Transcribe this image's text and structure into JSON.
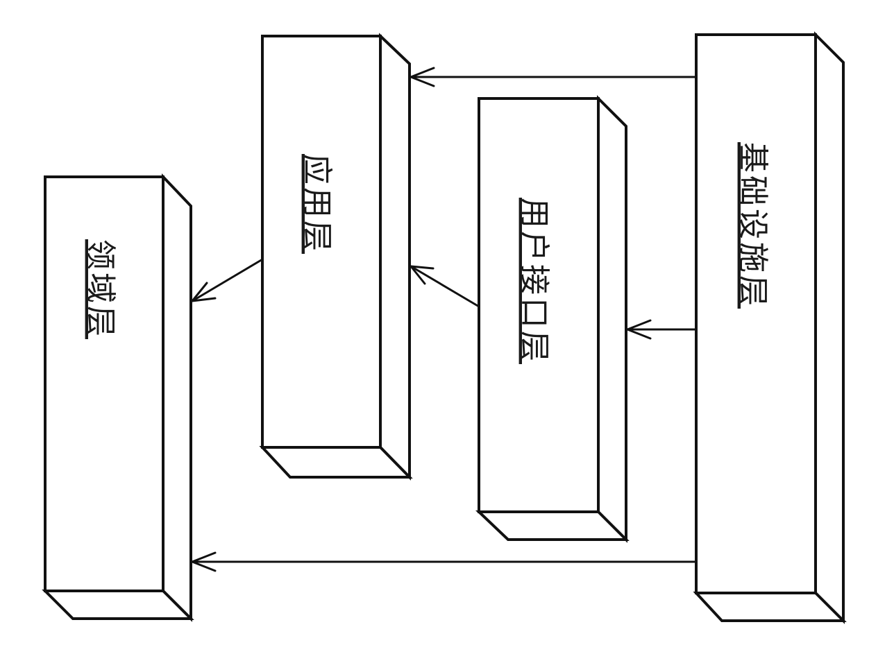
{
  "diagram": {
    "title": "",
    "layers": [
      {
        "id": "infrastructure",
        "label": "基础设施层"
      },
      {
        "id": "application",
        "label": "应用层"
      },
      {
        "id": "user_interface",
        "label": "用户接口层"
      },
      {
        "id": "domain",
        "label": "领域层"
      }
    ],
    "arrows": [
      {
        "from": "infrastructure",
        "to": "application"
      },
      {
        "from": "infrastructure",
        "to": "user_interface"
      },
      {
        "from": "infrastructure",
        "to": "domain"
      },
      {
        "from": "user_interface",
        "to": "application"
      },
      {
        "from": "application",
        "to": "domain"
      }
    ],
    "colors": {
      "stroke": "#111111",
      "fill": "#ffffff",
      "text": "#1a1a1a"
    }
  }
}
